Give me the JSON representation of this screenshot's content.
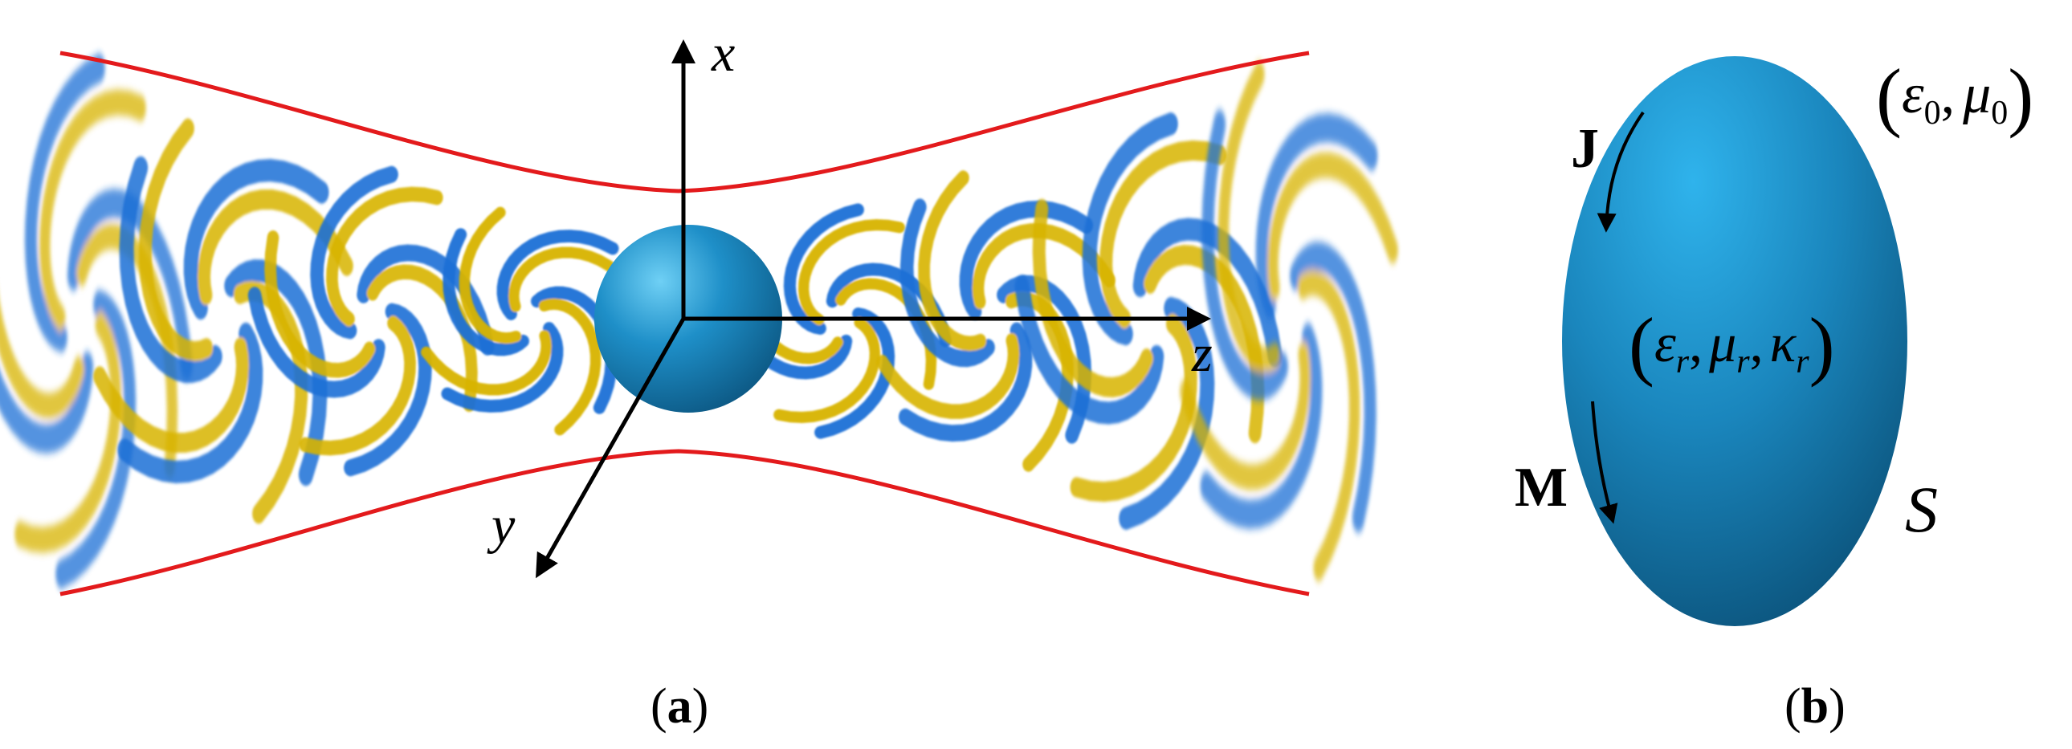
{
  "panel_a": {
    "caption_open": "(",
    "caption_letter": "a",
    "caption_close": ")",
    "axis_x": "x",
    "axis_y": "y",
    "axis_z": "z"
  },
  "panel_b": {
    "caption_open": "(",
    "caption_letter": "b",
    "caption_close": ")",
    "label_J": "J",
    "label_M": "M",
    "label_S": "S",
    "outer_medium": {
      "open": "(",
      "eps": "ε",
      "eps_sub": "0",
      "comma": ",",
      "mu": "μ",
      "mu_sub": "0",
      "close": ")"
    },
    "inner_medium": {
      "open": "(",
      "eps": "ε",
      "eps_sub": "r",
      "comma1": ",",
      "mu": "μ",
      "mu_sub": "r",
      "comma2": ",",
      "kappa": "κ",
      "kappa_sub": "r",
      "close": ")"
    }
  },
  "colors": {
    "beam_envelope": "#e31a1c",
    "sphere": "#1e8fc8",
    "pattern_blue": "#1f6fd6",
    "pattern_yellow": "#d8b400",
    "axes": "#000000"
  }
}
